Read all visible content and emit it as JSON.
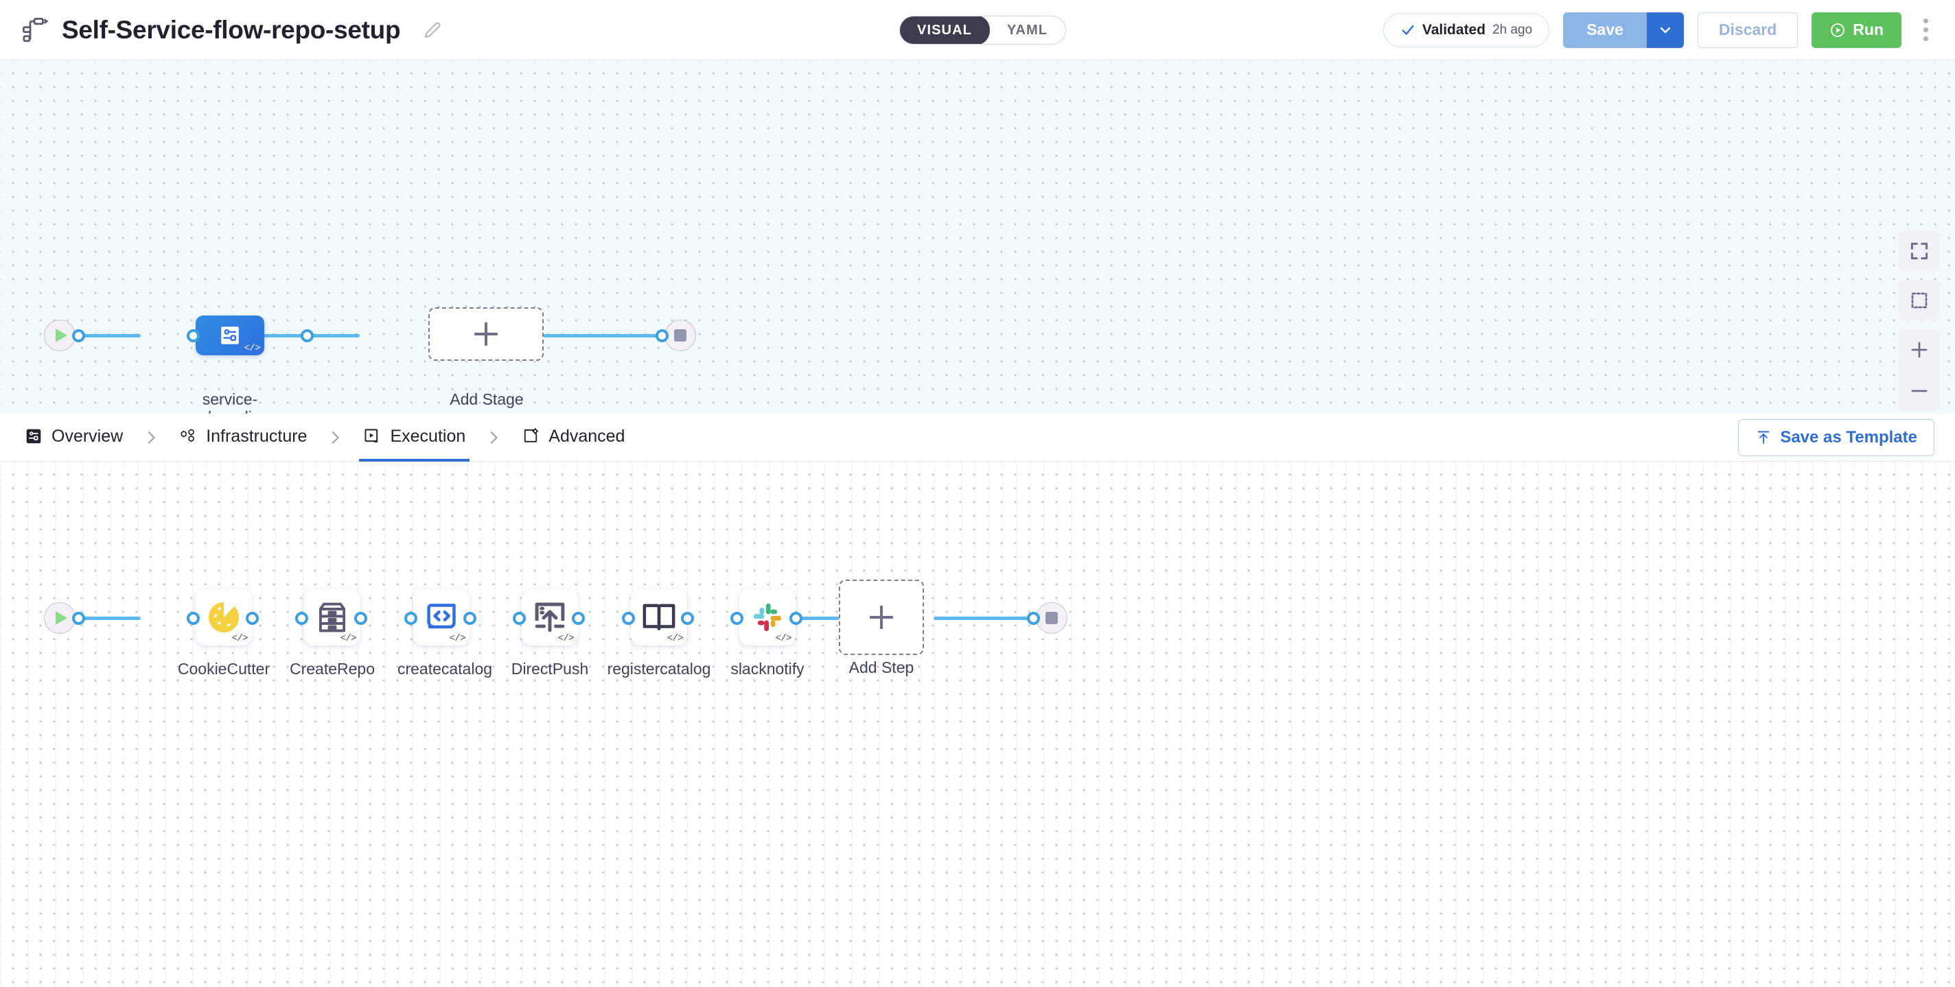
{
  "header": {
    "pipeline_icon": "pipeline-icon",
    "title": "Self-Service-flow-repo-setup",
    "edit_icon": "edit-pencil-icon",
    "mode_toggle": {
      "options": [
        "VISUAL",
        "YAML"
      ],
      "selected": "VISUAL"
    },
    "validated": {
      "icon": "check-icon",
      "label": "Validated",
      "time": "2h ago"
    },
    "save_label": "Save",
    "save_caret_icon": "chevron-down-icon",
    "discard_label": "Discard",
    "run_label": "Run",
    "run_icon": "play-circle-icon",
    "more_icon": "kebab-menu-icon"
  },
  "stage_canvas": {
    "start_node": {
      "icon": "play-icon"
    },
    "end_node": {
      "icon": "stop-icon"
    },
    "stage": {
      "label": "service-\nonboarding",
      "icon": "stage-pipeline-icon",
      "code_badge": "</>",
      "selected": true,
      "accent": "#2f6fe0"
    },
    "add_stage": {
      "label": "Add Stage",
      "icon": "plus-icon"
    },
    "controls": [
      {
        "name": "fit-to-screen-button",
        "icon": "fit-screen-icon"
      },
      {
        "name": "selection-box-button",
        "icon": "dashed-square-icon"
      },
      {
        "name": "zoom-in-button",
        "icon": "plus-icon"
      },
      {
        "name": "zoom-out-button",
        "icon": "minus-icon"
      }
    ]
  },
  "tabbar": {
    "tabs": [
      {
        "label": "Overview",
        "icon": "overview-icon",
        "active": false
      },
      {
        "label": "Infrastructure",
        "icon": "infrastructure-icon",
        "active": false
      },
      {
        "label": "Execution",
        "icon": "execution-icon",
        "active": true
      },
      {
        "label": "Advanced",
        "icon": "advanced-icon",
        "active": false
      }
    ],
    "separator_icon": "chevron-right-icon",
    "save_as_template": {
      "label": "Save as Template",
      "icon": "upload-template-icon"
    }
  },
  "steps_canvas": {
    "start_node": {
      "icon": "play-icon"
    },
    "end_node": {
      "icon": "stop-icon"
    },
    "code_badge": "</>",
    "steps": [
      {
        "label": "CookieCutter",
        "icon": "cookie-icon",
        "color": "#f5d142"
      },
      {
        "label": "CreateRepo",
        "icon": "drawers-icon",
        "color": "#5a5a72"
      },
      {
        "label": "createcatalog",
        "icon": "code-screen-icon",
        "color": "#2f6fe0"
      },
      {
        "label": "DirectPush",
        "icon": "upload-box-icon",
        "color": "#5a5a72"
      },
      {
        "label": "registercatalog",
        "icon": "open-book-icon",
        "color": "#3a3a50"
      },
      {
        "label": "slacknotify",
        "icon": "slack-icon",
        "color": "#e01e5a"
      }
    ],
    "add_step": {
      "label": "Add Step",
      "icon": "plus-icon"
    }
  },
  "colors": {
    "accent_blue": "#2e6fd4",
    "connector_blue": "#5cb8ef",
    "run_green": "#5cc15c",
    "canvas_stage_bg": "#f2fafd",
    "canvas_steps_bg": "#ffffff"
  }
}
